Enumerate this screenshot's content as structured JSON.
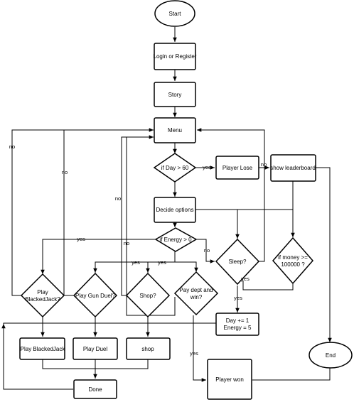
{
  "nodes": {
    "start": "Start",
    "login": "Login or Register",
    "story": "Story",
    "menu": "Menu",
    "if_day": "if Day > 60",
    "player_lose": "Player Lose",
    "leaderboard": "show leaderboard",
    "decide": "Decide options",
    "if_energy": "if Energy > 0",
    "sleep": "Sleep?",
    "money_line1": "if money >=",
    "money_line2": "100000 ?",
    "play_bj_line1": "Play",
    "play_bj_line2": "BlackedJack?",
    "play_gun": "Play Gun Duel?",
    "shop_q": "Shop?",
    "pay_line1": "Pay dept and",
    "pay_line2": "win?",
    "day_line1": "Day += 1",
    "day_line2": "Energy = 5",
    "play_bj_rect": "Play BlackedJack",
    "play_duel": "Play Duel",
    "shop": "shop",
    "done": "Done",
    "player_won": "Player won",
    "end": "End"
  },
  "edge_labels": {
    "day_yes": "yes",
    "leader_no": "no",
    "bj_no": "no",
    "gun_no": "no",
    "shop_no": "no",
    "pay_no": "no",
    "energy_no": "no",
    "energy_yes_left": "yes",
    "energy_yes_gun": "yes",
    "energy_yes_shop": "yes",
    "sleep_yes": "yes",
    "money_yes": "yes",
    "pay_yes": "yes"
  }
}
